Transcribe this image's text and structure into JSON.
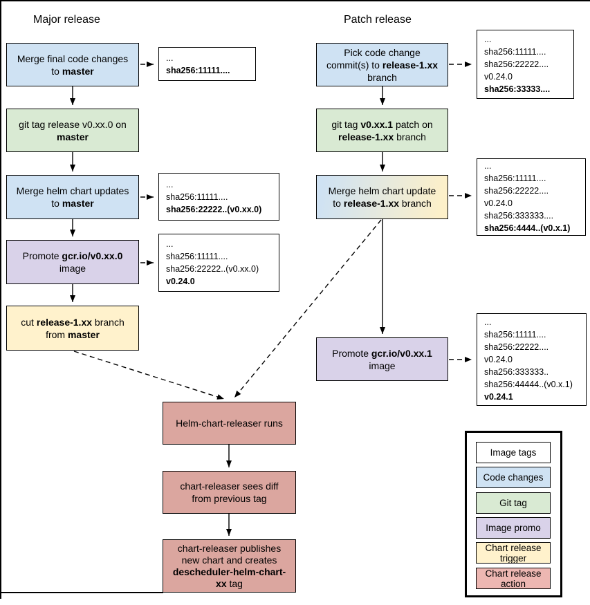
{
  "headings": {
    "major": "Major release",
    "patch": "Patch release"
  },
  "colors": {
    "code_changes": "#cfe2f3",
    "git_tag": "#d9ead3",
    "image_promo": "#d9d2e9",
    "chart_trigger": "#fff2cc",
    "chart_action": "#dba69f",
    "image_tags": "#ffffff",
    "legend_action": "#edb7b2",
    "trigger_gradient": "linear-gradient(100deg, #cfe2f3 5%, #fdf0c9 95%)"
  },
  "nodes": {
    "m1": {
      "s0": "Merge final code changes to ",
      "s1": "master"
    },
    "m2": {
      "s0": "git tag release v0.xx.0 on ",
      "s1": "master"
    },
    "m3": {
      "s0": "Merge helm chart updates to ",
      "s1": "master"
    },
    "m4": {
      "s0": "Promote ",
      "s1": "gcr.io/v0.xx.0",
      "s2": " image"
    },
    "m5": {
      "s0": "cut ",
      "s1": "release-1.xx",
      "s2": " branch from ",
      "s3": "master"
    },
    "p1": {
      "s0": "Pick code change commit(s) to ",
      "s1": "release-1.xx",
      "s2": " branch"
    },
    "p2": {
      "s0": "git tag ",
      "s1": "v0.xx.1",
      "s2": " patch on ",
      "s3": "release-1.xx",
      "s4": " branch"
    },
    "p3": {
      "s0": "Merge helm chart update to ",
      "s1": "release-1.xx",
      "s2": " branch"
    },
    "p4": {
      "s0": "Promote ",
      "s1": "gcr.io/v0.xx.1",
      "s2": " image"
    },
    "c1": {
      "s0": "Helm-chart-releaser runs"
    },
    "c2": {
      "s0": "chart-releaser sees diff from previous tag"
    },
    "c3": {
      "s0": "chart-releaser publishes new chart and creates ",
      "s1": "descheduler-helm-chart-xx",
      "s2": " tag"
    }
  },
  "sha_boxes": {
    "a": {
      "lines": [
        "...",
        "sha256:11111...."
      ]
    },
    "b": {
      "lines": [
        "...",
        "sha256:11111....",
        "sha256:22222..(v0.xx.0)"
      ]
    },
    "c": {
      "lines": [
        "...",
        "sha256:11111....",
        "sha256:22222..(v0.xx.0)",
        "v0.24.0"
      ]
    },
    "d": {
      "lines": [
        "...",
        "sha256:11111....",
        "sha256:22222....",
        "v0.24.0",
        "sha256:33333...."
      ]
    },
    "e": {
      "lines": [
        "...",
        "sha256:11111....",
        "sha256:22222....",
        "v0.24.0",
        "sha256:333333....",
        "sha256:4444..(v0.x.1)"
      ]
    },
    "f": {
      "lines": [
        "...",
        "sha256:11111....",
        "sha256:22222....",
        "v0.24.0",
        "sha256:333333..",
        "sha256:44444..(v0.x.1)",
        "v0.24.1"
      ]
    }
  },
  "legend": {
    "items": [
      {
        "label": "Image tags",
        "color": "#ffffff"
      },
      {
        "label": "Code changes",
        "color": "#cfe2f3"
      },
      {
        "label": "Git tag",
        "color": "#d9ead3"
      },
      {
        "label": "Image promo",
        "color": "#d9d2e9"
      },
      {
        "label": "Chart release trigger",
        "color": "#fff2cc"
      },
      {
        "label": "Chart release action",
        "color": "#edb7b2"
      }
    ]
  }
}
